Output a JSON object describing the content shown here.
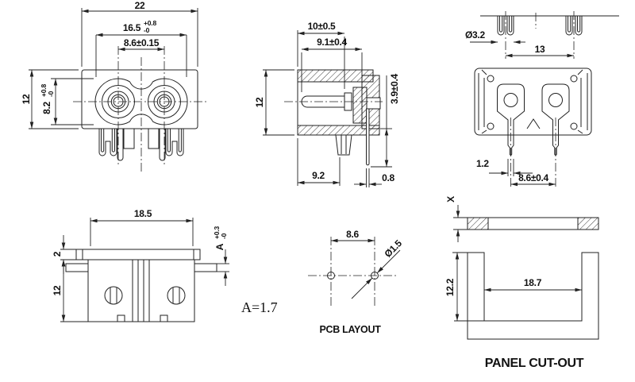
{
  "drawing": {
    "type": "technical-drawing",
    "background": "#ffffff",
    "line_color": "#222222",
    "views": {
      "front": {
        "dims": {
          "overall_width": "22",
          "opening_width": {
            "value": "16.5",
            "plus": "+0.8",
            "minus": "-0"
          },
          "pin_pitch": "8.6±0.15",
          "overall_height": "12",
          "opening_height": {
            "value": "8.2",
            "plus": "+0.8",
            "minus": "-0"
          }
        }
      },
      "side": {
        "dims": {
          "depth_outer": "10±0.5",
          "depth_inner": "9.1±0.4",
          "height": "12",
          "pin_drop": "3.9±0.4",
          "base_depth": "9.2",
          "pin_thickness": "0.8"
        }
      },
      "rear": {
        "dims": {
          "leg_width": "Ø3.2",
          "leg_pitch": "13",
          "pin_width": "1.2",
          "pin_pitch": "8.6±0.4"
        }
      },
      "top": {
        "dims": {
          "body_width": "18.5",
          "flange_thickness": "2",
          "body_depth": "12",
          "step_height": {
            "value": "A",
            "plus": "+0.3",
            "minus": "-0"
          }
        }
      },
      "pcb": {
        "title": "PCB LAYOUT",
        "note": "A=1.7",
        "dims": {
          "hole_pitch": "8.6",
          "hole_diameter": "Ø1.5"
        }
      },
      "panel": {
        "title": "PANEL CUT-OUT",
        "dims": {
          "thickness": "X",
          "cutout_height": "12.2",
          "cutout_width": "18.7"
        }
      }
    }
  }
}
